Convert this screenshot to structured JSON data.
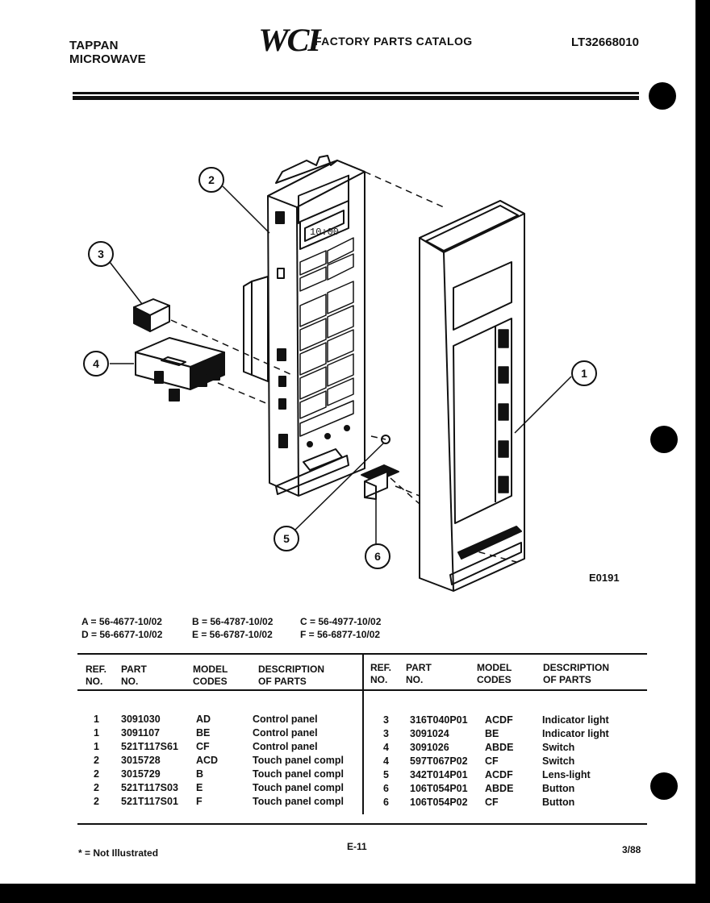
{
  "header": {
    "brand_line1": "TAPPAN",
    "brand_line2": "MICROWAVE",
    "logo_text": "WCI",
    "catalog_title": "FACTORY PARTS CATALOG",
    "document_number": "LT32668010"
  },
  "diagram": {
    "callouts": [
      "1",
      "2",
      "3",
      "4",
      "5",
      "6"
    ],
    "display_text": "10:00",
    "figure_code": "E0191"
  },
  "model_codes": [
    "A = 56-4677-10/02",
    "B = 56-4787-10/02",
    "C = 56-4977-10/02",
    "D = 56-6677-10/02",
    "E = 56-6787-10/02",
    "F = 56-6877-10/02"
  ],
  "table": {
    "headers": {
      "ref": [
        "REF.",
        "NO."
      ],
      "part": [
        "PART",
        "NO."
      ],
      "model": [
        "MODEL",
        "CODES"
      ],
      "desc": [
        "DESCRIPTION",
        "OF PARTS"
      ]
    },
    "left_rows": [
      [
        "1",
        "3091030",
        "AD",
        "Control panel"
      ],
      [
        "1",
        "3091107",
        "BE",
        "Control panel"
      ],
      [
        "1",
        "521T117S61",
        "CF",
        "Control panel"
      ],
      [
        "2",
        "3015728",
        "ACD",
        "Touch panel compl"
      ],
      [
        "2",
        "3015729",
        "B",
        "Touch panel compl"
      ],
      [
        "2",
        "521T117S03",
        "E",
        "Touch panel compl"
      ],
      [
        "2",
        "521T117S01",
        "F",
        "Touch panel compl"
      ]
    ],
    "right_rows": [
      [
        "3",
        "316T040P01",
        "ACDF",
        "Indicator light"
      ],
      [
        "3",
        "3091024",
        "BE",
        "Indicator light"
      ],
      [
        "4",
        "3091026",
        "ABDE",
        "Switch"
      ],
      [
        "4",
        "597T067P02",
        "CF",
        "Switch"
      ],
      [
        "5",
        "342T014P01",
        "ACDF",
        "Lens-light"
      ],
      [
        "6",
        "106T054P01",
        "ABDE",
        "Button"
      ],
      [
        "6",
        "106T054P02",
        "CF",
        "Button"
      ]
    ]
  },
  "footer": {
    "note": "* = Not Illustrated",
    "page": "E-11",
    "date": "3/88"
  }
}
